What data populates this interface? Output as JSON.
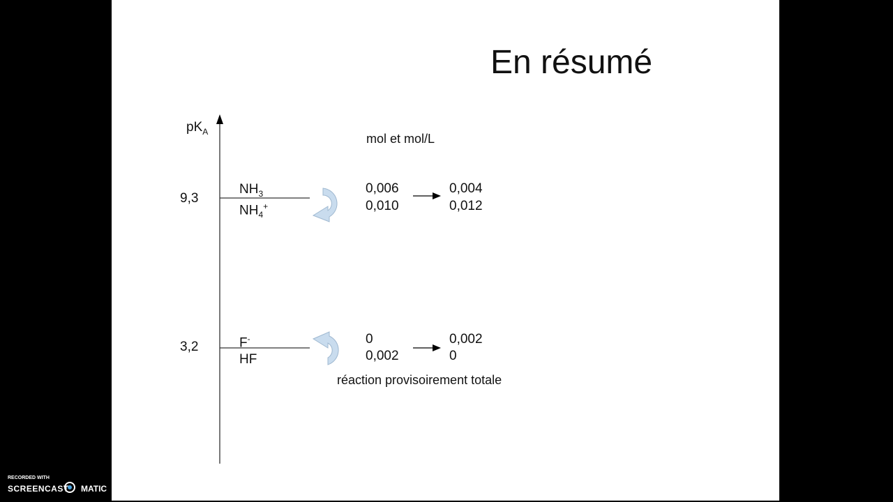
{
  "title": "En résumé",
  "axis": {
    "label": "pK",
    "label_sub": "A"
  },
  "units": "mol et mol/L",
  "couples": [
    {
      "pka": "9,3",
      "base": "NH",
      "base_sub": "3",
      "base_sup": "",
      "acid": "NH",
      "acid_sub": "4",
      "acid_sup": "+",
      "top_before": "0,006",
      "bottom_before": "0,010",
      "top_after": "0,004",
      "bottom_after": "0,012"
    },
    {
      "pka": "3,2",
      "base": "F",
      "base_sub": "",
      "base_sup": "-",
      "acid": "HF",
      "acid_sub": "",
      "acid_sup": "",
      "top_before": "0",
      "bottom_before": "0,002",
      "top_after": "0,002",
      "bottom_after": "0"
    }
  ],
  "note": "réaction provisoirement totale",
  "watermark": {
    "line1": "RECORDED WITH",
    "brand_a": "SCREENCAST",
    "brand_b": "MATIC"
  },
  "colors": {
    "curved_arrow": "#c9dcee",
    "curved_arrow_stroke": "#9fb8d0"
  }
}
